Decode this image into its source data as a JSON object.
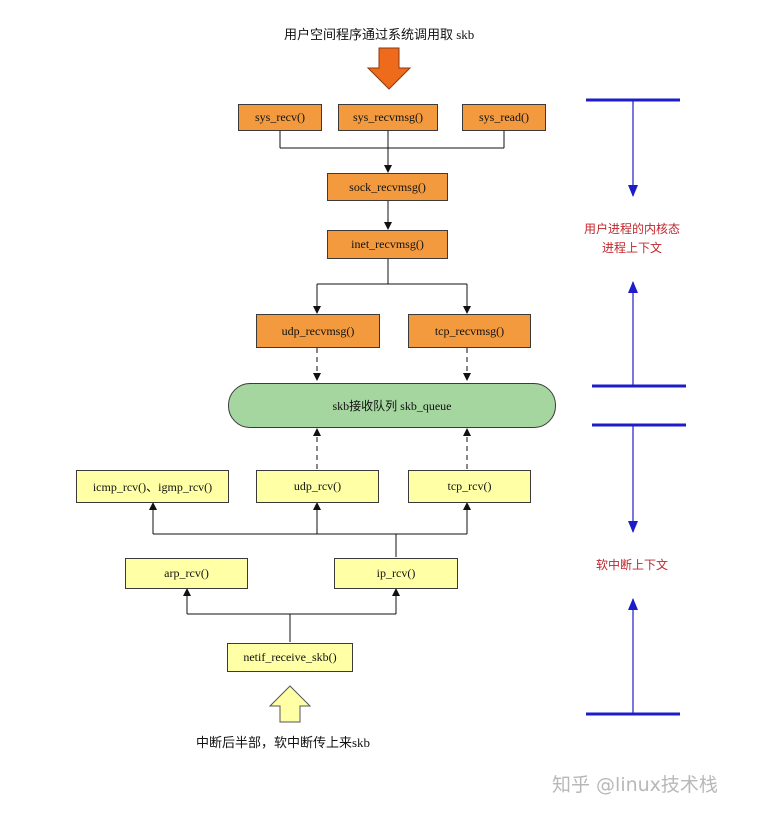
{
  "top_caption": "用户空间程序通过系统调用取 skb",
  "bottom_caption": "中断后半部，软中断传上来skb",
  "syscalls": [
    "sys_recv()",
    "sys_recvmsg()",
    "sys_read()"
  ],
  "sock_recvmsg": "sock_recvmsg()",
  "inet_recvmsg": "inet_recvmsg()",
  "udp_recvmsg": "udp_recvmsg()",
  "tcp_recvmsg": "tcp_recvmsg()",
  "queue_label": "skb接收队列 skb_queue",
  "icmp_rcv": "icmp_rcv()、igmp_rcv()",
  "udp_rcv": "udp_rcv()",
  "tcp_rcv": "tcp_rcv()",
  "arp_rcv": "arp_rcv()",
  "ip_rcv": "ip_rcv()",
  "netif_receive_skb": "netif_receive_skb()",
  "user_context_line1": "用户进程的内核态",
  "user_context_line2": "进程上下文",
  "softirq_context": "软中断上下文",
  "watermark": "知乎 @linux技术栈",
  "colors": {
    "kernel_syscall_box": "#f39a3f",
    "softirq_box": "#ffffa6",
    "queue": "#a6d6a0",
    "context_line": "#1c1cc8",
    "context_text": "#c0272d",
    "big_arrow_down": "#ef6b1c",
    "big_arrow_up": "#ffffa6"
  }
}
